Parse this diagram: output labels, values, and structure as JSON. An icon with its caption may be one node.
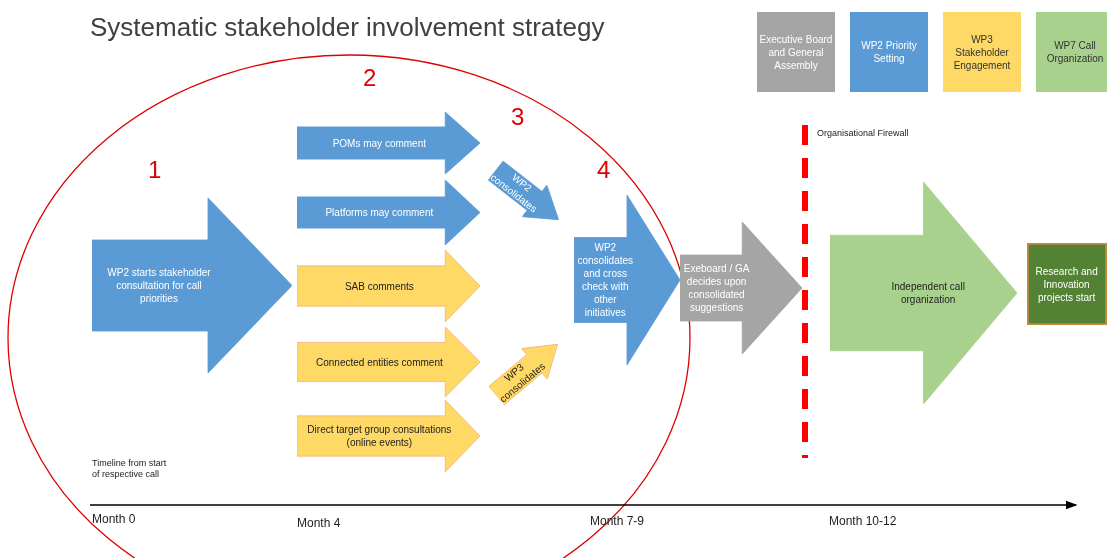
{
  "diagram": {
    "title": "Systematic stakeholder involvement strategy",
    "nodes": [
      {
        "text": [
          "WP2 starts stakeholder consultation for call priorities"
        ]
      },
      {
        "text": [
          "POMs may comment"
        ]
      },
      {
        "text": [
          "Platforms may comment"
        ]
      },
      {
        "text": [
          "SAB comments"
        ]
      },
      {
        "text": [
          "Connected entities comment"
        ]
      },
      {
        "text": [
          "Direct target group consultations (online events)"
        ]
      },
      {
        "text": [
          "WP2 consolidates"
        ]
      },
      {
        "text": [
          "WP3 consolidates"
        ]
      },
      {
        "text": [
          "WP2 consolidates and cross check with other initiatives"
        ]
      },
      {
        "text": [
          "Exeboard / GA decides upon consolidated suggestions"
        ]
      },
      {
        "text": [
          "Independent call organization"
        ]
      },
      {
        "text": [
          "Research and Innovation projects start"
        ]
      }
    ],
    "labels": [
      "2",
      "3",
      "1",
      "4",
      "Organisational Firewall",
      "Timeline from start of respective call",
      "Month 0",
      "Month 4",
      "Month 7-9",
      "Month 10-12"
    ],
    "edges": [],
    "legend": [
      {
        "text": "Executive Board and General Assembly",
        "color": "#a5a5a5"
      },
      {
        "text": "WP2 Priority Setting",
        "color": "#5b9bd5"
      },
      {
        "text": "WP3 Stakeholder Engagement",
        "color": "#ffd966"
      },
      {
        "text": "WP7 Call Organization",
        "color": "#a9d18e"
      }
    ]
  }
}
